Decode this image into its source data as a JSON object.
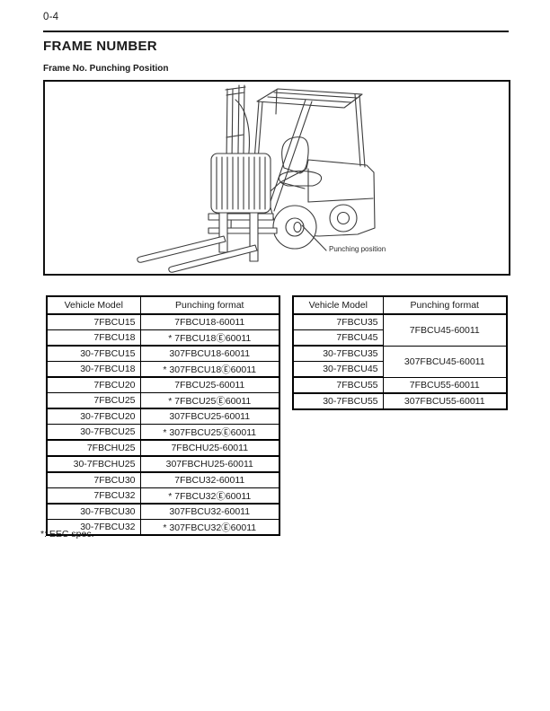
{
  "page": {
    "page_number": "0-4",
    "title": "FRAME NUMBER",
    "subtitle": "Frame No. Punching Position",
    "footnote": "*: EEC spec."
  },
  "diagram": {
    "callout_label": "Punching position"
  },
  "tables": {
    "headers": [
      "Vehicle Model",
      "Punching format"
    ],
    "left": {
      "rows": [
        {
          "model": "7FBCU15",
          "format": "7FBCU18-60011"
        },
        {
          "model": "7FBCU18",
          "format": "* 7FBCU18Ⓔ60011"
        },
        {
          "model": "30-7FBCU15",
          "format": "307FBCU18-60011"
        },
        {
          "model": "30-7FBCU18",
          "format": "* 307FBCU18Ⓔ60011"
        },
        {
          "model": "7FBCU20",
          "format": "7FBCU25-60011"
        },
        {
          "model": "7FBCU25",
          "format": "* 7FBCU25Ⓔ60011"
        },
        {
          "model": "30-7FBCU20",
          "format": "307FBCU25-60011"
        },
        {
          "model": "30-7FBCU25",
          "format": "* 307FBCU25Ⓔ60011"
        },
        {
          "model": "7FBCHU25",
          "format": "7FBCHU25-60011"
        },
        {
          "model": "30-7FBCHU25",
          "format": "307FBCHU25-60011"
        },
        {
          "model": "7FBCU30",
          "format": "7FBCU32-60011"
        },
        {
          "model": "7FBCU32",
          "format": "* 7FBCU32Ⓔ60011"
        },
        {
          "model": "30-7FBCU30",
          "format": "307FBCU32-60011"
        },
        {
          "model": "30-7FBCU32",
          "format": "* 307FBCU32Ⓔ60011"
        }
      ]
    },
    "right": {
      "rows": [
        {
          "model": "7FBCU35",
          "format": "7FBCU45-60011"
        },
        {
          "model": "7FBCU45"
        },
        {
          "model": "30-7FBCU35",
          "format": "307FBCU45-60011"
        },
        {
          "model": "30-7FBCU45"
        },
        {
          "model": "7FBCU55",
          "format": "7FBCU55-60011"
        },
        {
          "model": "30-7FBCU55",
          "format": "307FBCU55-60011"
        }
      ]
    }
  },
  "colors": {
    "ink": "#1a1a1a",
    "line": "#3c3c3c",
    "border": "#000000"
  }
}
